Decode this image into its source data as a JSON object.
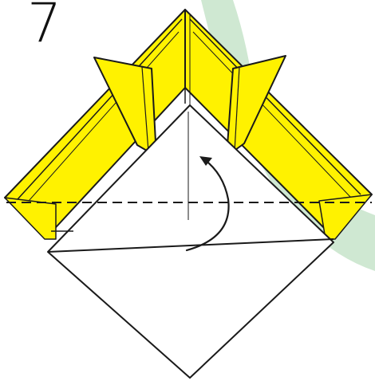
{
  "step": {
    "number": "7"
  },
  "colors": {
    "paper_front": "#FFF200",
    "paper_back": "#FFFFFF",
    "outline": "#1A1A1A",
    "background_accent": "#CFE8D2"
  },
  "fold": {
    "line_style": "dashed",
    "arrow_direction": "counter-clockwise-up"
  }
}
